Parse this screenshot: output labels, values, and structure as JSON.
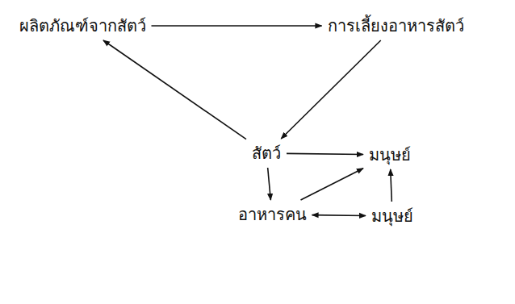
{
  "diagram": {
    "nodes": [
      {
        "text": [
          "ผลิตภัณฑ์จากสัตว์"
        ]
      },
      {
        "text": [
          "การเลี้ยงอาหารสัตว์"
        ]
      },
      {
        "text": [
          "สัตว์"
        ]
      },
      {
        "text": [
          "มนุษย์"
        ]
      },
      {
        "text": [
          "อาหารคน"
        ]
      },
      {
        "text": [
          "มนุษย์"
        ]
      }
    ],
    "edges": [
      {
        "from": 0,
        "to": 1,
        "arrow": "to"
      },
      {
        "from": 1,
        "to": 2,
        "arrow": "to"
      },
      {
        "from": 2,
        "to": 0,
        "arrow": "to"
      },
      {
        "from": 2,
        "to": 3,
        "arrow": "to"
      },
      {
        "from": 2,
        "to": 4,
        "arrow": "to"
      },
      {
        "from": 4,
        "to": 3,
        "arrow": "to"
      },
      {
        "from": 4,
        "to": 5,
        "arrow": "both"
      },
      {
        "from": 5,
        "to": 3,
        "arrow": "to"
      }
    ]
  }
}
